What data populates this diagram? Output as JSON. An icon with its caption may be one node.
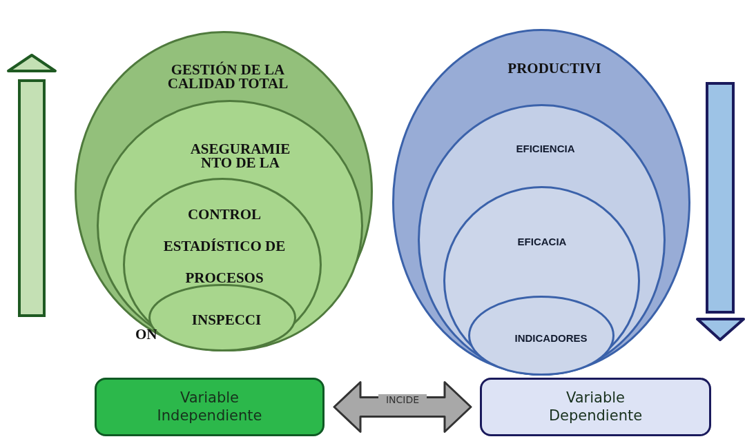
{
  "diagram": {
    "nodes": [
      {
        "text": [
          "GESTIÓN DE LA CALIDAD TOTAL"
        ]
      },
      {
        "text": [
          "ASEGURAMIE NTO DE LA"
        ],
        "in": 0
      },
      {
        "text": [
          "CONTROL ESTADÍSTICO DE PROCESOS"
        ],
        "in": 1
      },
      {
        "text": [
          "INSPECCI"
        ],
        "beside": [
          "ON"
        ],
        "in": 2
      },
      {
        "text": [
          "PRODUCTIVI"
        ]
      },
      {
        "text": [
          "EFICIENCIA"
        ],
        "in": 4
      },
      {
        "text": [
          "EFICACIA"
        ],
        "in": 5
      },
      {
        "text": [
          "INDICADORES"
        ],
        "in": 6
      },
      {
        "text": [
          "Variable Independiente"
        ]
      },
      {
        "text": [
          "Variable Dependiente"
        ]
      }
    ],
    "edges": [
      {
        "from": 8,
        "to": 9,
        "arrow": "both",
        "label": "INCIDE"
      }
    ]
  }
}
